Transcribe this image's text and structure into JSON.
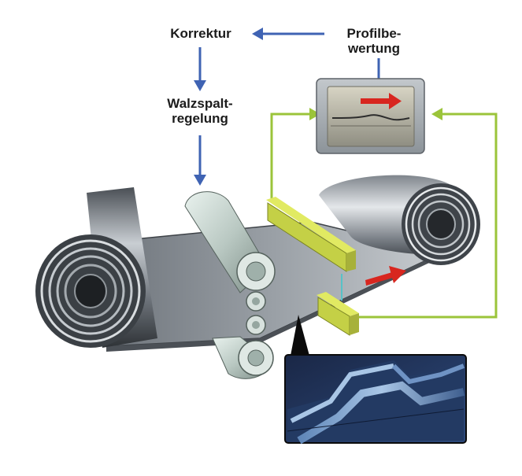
{
  "labels": {
    "korrektur": "Korrektur",
    "profil_line1": "Profilbe-",
    "profil_line2": "wertung",
    "walz_line1": "Walzspalt-",
    "walz_line2": "regelung"
  },
  "colors": {
    "flow_arrow": "#3f63b3",
    "feedback_line": "#9bc43a",
    "sensor": "#d4e04c",
    "direction_arrow": "#d8261f",
    "monitor_body": "#9fa6ac",
    "steel": "#8e959c",
    "inset_background": "#1f3058"
  },
  "icons": [
    "blue-flow-arrow",
    "green-feedback-line",
    "red-direction-arrow",
    "monitor-icon"
  ]
}
